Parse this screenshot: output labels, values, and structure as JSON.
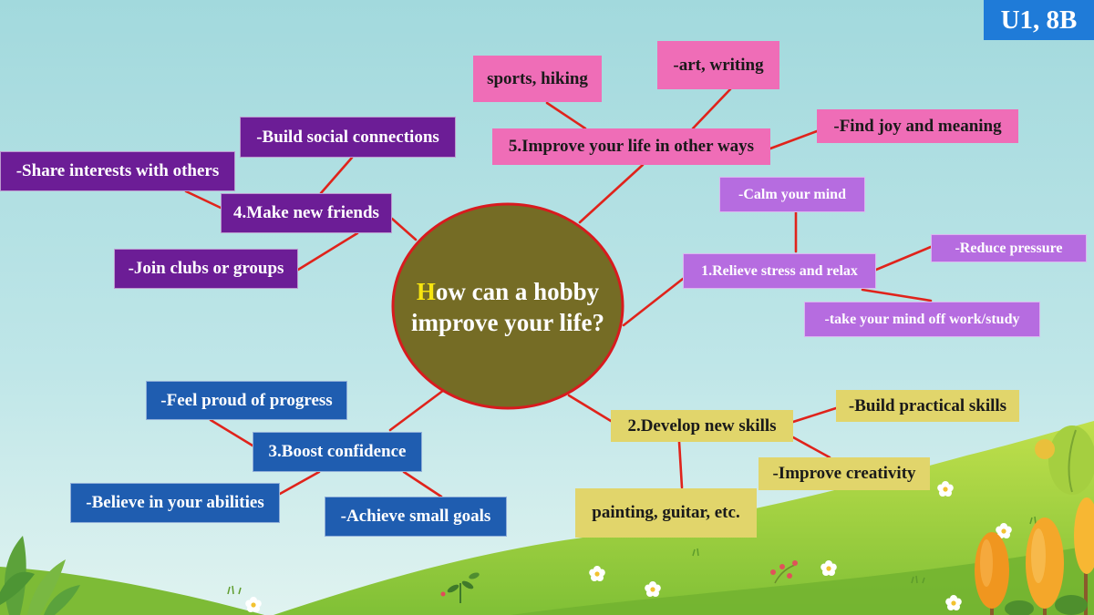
{
  "badge": "U1, 8B",
  "center": {
    "line1": "How can a hobby",
    "line2": "improve your life?"
  },
  "branches": {
    "other_ways": {
      "label": "5.Improve your life in other ways",
      "items": [
        "sports, hiking",
        "-art, writing",
        "-Find joy and meaning"
      ]
    },
    "friends": {
      "label": "4.Make new friends",
      "items": [
        "-Build social connections",
        "-Share interests with others",
        "-Join clubs or groups"
      ]
    },
    "relax": {
      "label": "1.Relieve stress and relax",
      "items": [
        "-Calm your mind",
        "-Reduce pressure",
        "-take your mind off work/study"
      ]
    },
    "skills": {
      "label": "2.Develop new skills",
      "items": [
        "-Build practical skills",
        "-Improve creativity",
        "painting, guitar, etc."
      ]
    },
    "confidence": {
      "label": "3.Boost confidence",
      "items": [
        "-Feel proud of progress",
        "-Believe in your abilities",
        "-Achieve small goals"
      ]
    }
  },
  "colors": {
    "line": "#e0231b",
    "circle_fill": "#756c25",
    "circle_border": "#d81a1e",
    "highlight_letter": "#f7e50f",
    "pink": "#ef6db7",
    "purple": "#6c1d96",
    "lavender": "#b66ce0",
    "yellow": "#e1d56b",
    "blue": "#1f5db0",
    "badge": "#1f7bd8"
  }
}
